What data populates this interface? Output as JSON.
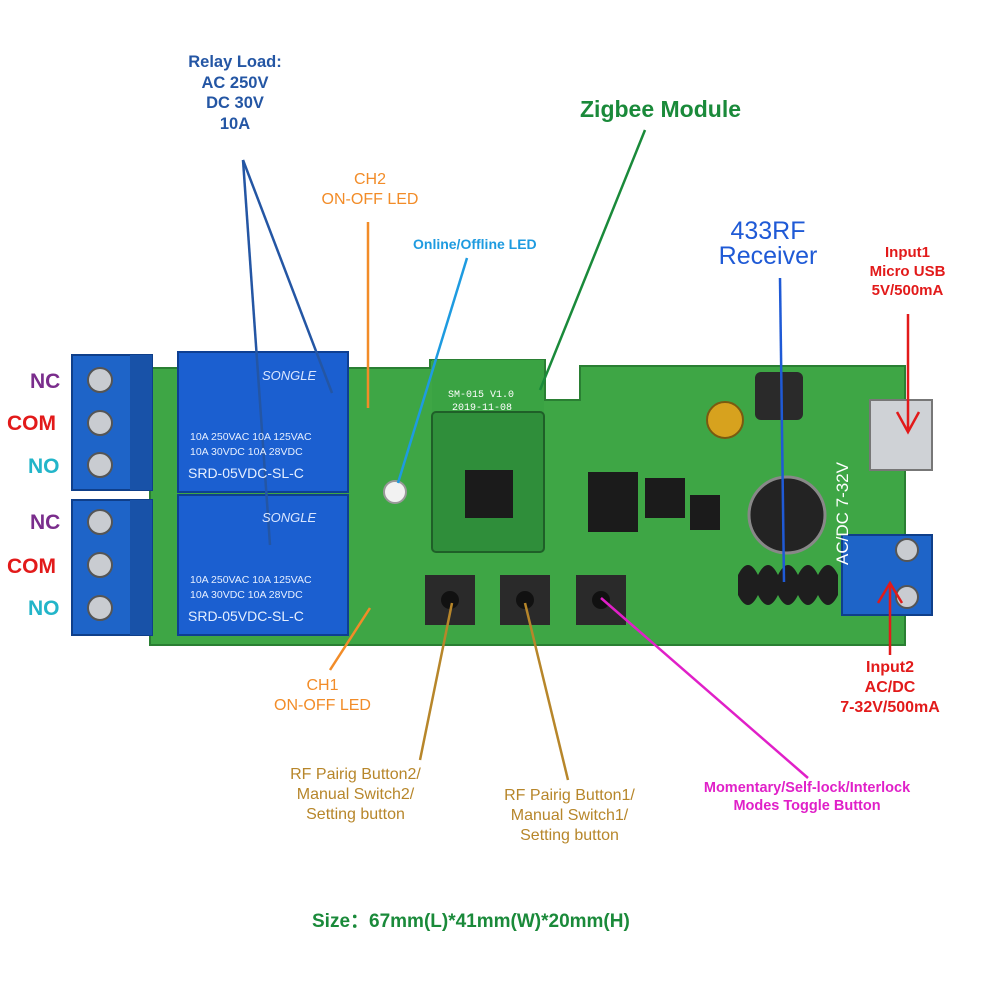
{
  "colors": {
    "pcb": "#3ea645",
    "pcb_dark": "#2a7f33",
    "terminal_blue": "#1e64c8",
    "relay_blue": "#1b5fd0",
    "navy": "#2456a4",
    "orange": "#f28c28",
    "sky": "#1e9be0",
    "green_label": "#1a8a3a",
    "blue_label": "#1f5ad6",
    "red": "#e21a1a",
    "purple": "#7a2d8c",
    "cyan": "#22b5c9",
    "brown": "#b7862a",
    "magenta": "#e020c8"
  },
  "labels": {
    "relay_load": [
      "Relay Load:",
      "AC 250V",
      "DC 30V",
      "10A"
    ],
    "ch2_led": [
      "CH2",
      "ON-OFF LED"
    ],
    "online_led": "Online/Offline LED",
    "zigbee": "Zigbee Module",
    "rf_receiver": [
      "433RF",
      "Receiver"
    ],
    "input1": [
      "Input1",
      "Micro USB",
      "5V/500mA"
    ],
    "terminals_top": [
      "NC",
      "COM",
      "NO"
    ],
    "terminals_bottom": [
      "NC",
      "COM",
      "NO"
    ],
    "ch1_led": [
      "CH1",
      "ON-OFF LED"
    ],
    "input2": [
      "Input2",
      "AC/DC",
      "7-32V/500mA"
    ],
    "button2": [
      "RF Pairig Button2/",
      "Manual Switch2/",
      "Setting button"
    ],
    "button1": [
      "RF Pairig Button1/",
      "Manual Switch1/",
      "Setting button"
    ],
    "mode_button": [
      "Momentary/Self-lock/Interlock",
      "Modes Toggle Button"
    ],
    "size": "Size：67mm(L)*41mm(W)*20mm(H)"
  },
  "board_text": {
    "relay_brand": "SONGLE",
    "relay_line1": "10A 250VAC  10A 125VAC",
    "relay_line2": "10A  30VDC  10A  28VDC",
    "relay_model": "SRD-05VDC-SL-C",
    "module_id": "SM-015 V1.0",
    "module_date": "2019-11-08",
    "power_silk": "AC/DC  7-32V"
  }
}
